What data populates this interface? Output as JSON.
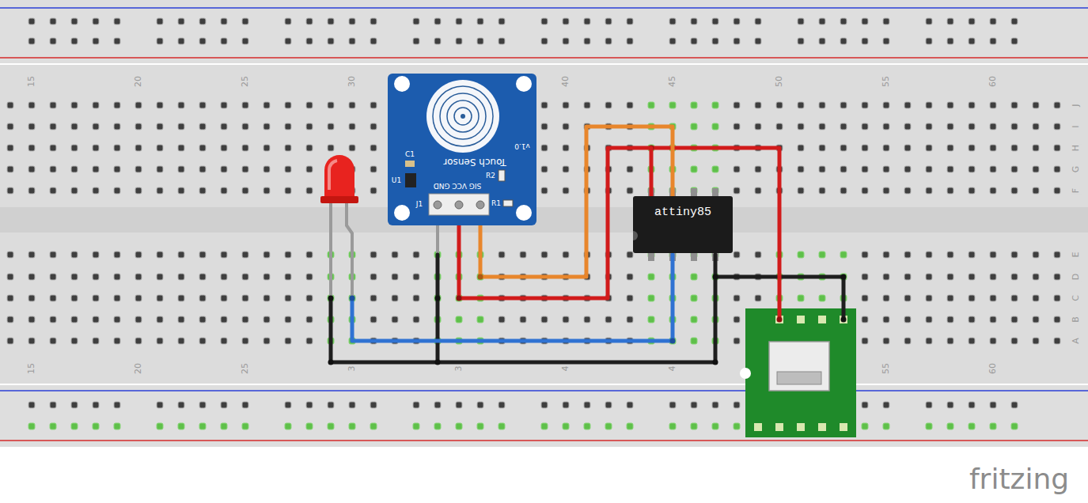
{
  "diagram": {
    "nodes": [
      {
        "text": [
          "Touch Sensor",
          "v1.0",
          "SIG VCC GND",
          "J1",
          "C1",
          "U1",
          "R2",
          "R1"
        ]
      },
      {
        "text": [
          "attiny85"
        ]
      }
    ],
    "edges": [
      {
        "from": 0,
        "to": 1,
        "arrow": "none"
      },
      {
        "from": 0,
        "to": 1,
        "arrow": "none"
      }
    ],
    "labels": [
      "15",
      "20",
      "25",
      "30",
      "40",
      "45",
      "50",
      "55",
      "60",
      "15",
      "20",
      "25",
      "3",
      "3",
      "4",
      "4",
      "55",
      "60",
      "J",
      "I",
      "H",
      "G",
      "F",
      "E",
      "D",
      "C",
      "B",
      "A",
      "fritzing"
    ]
  }
}
